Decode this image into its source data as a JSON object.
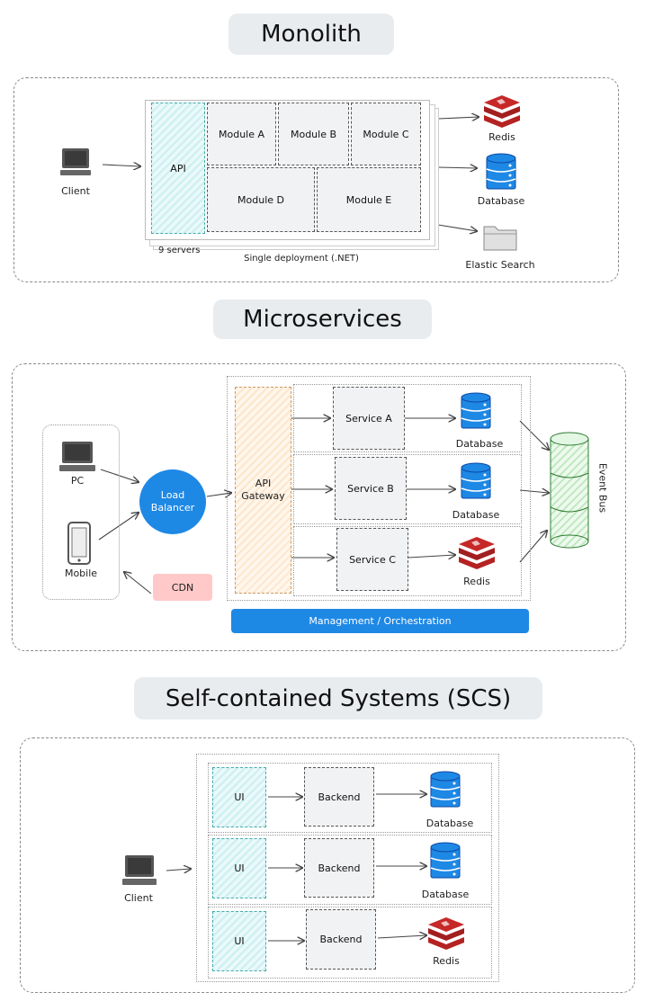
{
  "monolith": {
    "title": "Monolith",
    "client": "Client",
    "api": "API",
    "modules": [
      "Module A",
      "Module B",
      "Module C",
      "Module D",
      "Module E"
    ],
    "servers_note": "9 servers",
    "deployment_note": "Single deployment (.NET)",
    "stores": [
      "Redis",
      "Database",
      "Elastic Search"
    ]
  },
  "microservices": {
    "title": "Microservices",
    "pc": "PC",
    "mobile": "Mobile",
    "load_balancer": "Load Balancer",
    "cdn": "CDN",
    "gateway": "API Gateway",
    "services": [
      "Service A",
      "Service B",
      "Service C"
    ],
    "stores": [
      "Database",
      "Database",
      "Redis"
    ],
    "event_bus": "Event Bus",
    "management": "Management / Orchestration"
  },
  "scs": {
    "title": "Self-contained Systems (SCS)",
    "client": "Client",
    "rows": [
      {
        "ui": "UI",
        "backend": "Backend",
        "store": "Database"
      },
      {
        "ui": "UI",
        "backend": "Backend",
        "store": "Database"
      },
      {
        "ui": "UI",
        "backend": "Backend",
        "store": "Redis"
      }
    ]
  },
  "colors": {
    "accent": "#1e88e5",
    "redis": "#c62828",
    "database": "#1e88e5",
    "cdn": "#ffc9c9"
  }
}
